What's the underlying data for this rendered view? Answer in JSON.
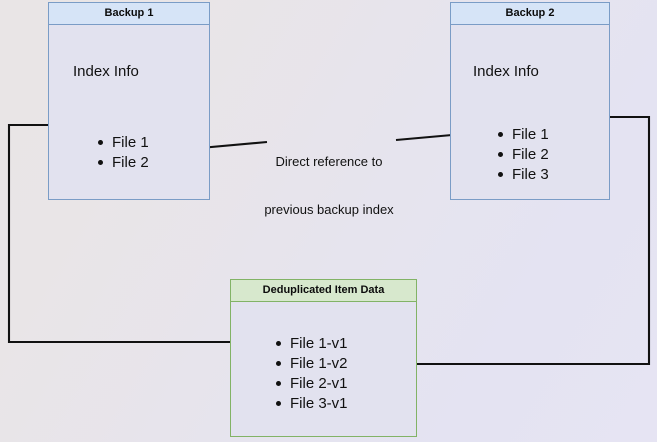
{
  "diagram": {
    "title_hidden": "",
    "background": {
      "from": "#e9e5e6",
      "to": "#e4e3f2"
    },
    "colors": {
      "backup_border": "#7a9cc6",
      "backup_header_fill": "#d6e4f7",
      "dedup_border": "#82b366",
      "dedup_header_fill": "#d7e8cd",
      "body_fill": "#e2e2ef",
      "wire": "#111111"
    },
    "nodes": [
      {
        "id": "backup1",
        "header": "Backup 1",
        "subtitle": "Index Info",
        "items": [
          "File 1",
          "File 2"
        ]
      },
      {
        "id": "backup2",
        "header": "Backup 2",
        "subtitle": "Index Info",
        "items": [
          "File 1",
          "File 2",
          "File 3"
        ]
      },
      {
        "id": "dedup",
        "header": "Deduplicated Item Data",
        "subtitle": "",
        "items": [
          "File 1-v1",
          "File 1-v2",
          "File 2-v1",
          "File 3-v1"
        ]
      }
    ],
    "edges": [
      {
        "id": "direct-reference",
        "label_line1": "Direct reference to",
        "label_line2": "previous backup index",
        "from": "backup2.File 2",
        "to": "backup1.File 2"
      },
      {
        "id": "backup1-file1-to-dedup-file1v1",
        "label_line1": "",
        "label_line2": "",
        "from": "backup1.File 1",
        "to": "dedup.File 1-v1"
      },
      {
        "id": "backup2-file1-to-dedup-file1v2",
        "label_line1": "",
        "label_line2": "",
        "from": "backup2.File 1",
        "to": "dedup.File 1-v2"
      }
    ]
  }
}
